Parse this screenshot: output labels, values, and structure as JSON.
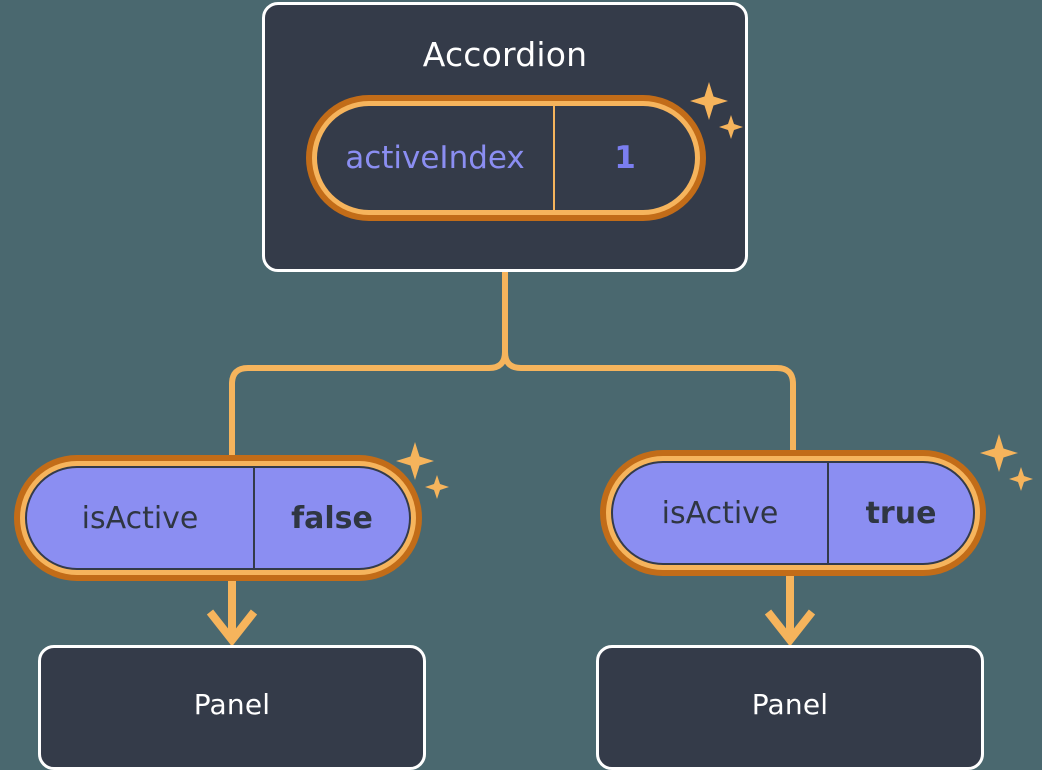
{
  "diagram": {
    "type": "component-tree",
    "background_color": "#4a686f",
    "accent_color": "#f6b45c",
    "ring_outer_color": "#c26c18",
    "card_color": "#343b49",
    "pill_purple_color": "#8b8ef2"
  },
  "root": {
    "title": "Accordion",
    "prop": {
      "key": "activeIndex",
      "value": "1"
    },
    "sparkle_icon": "sparkle-icon"
  },
  "branches": [
    {
      "prop": {
        "key": "isActive",
        "value": "false"
      },
      "child_title": "Panel",
      "sparkle_icon": "sparkle-icon"
    },
    {
      "prop": {
        "key": "isActive",
        "value": "true"
      },
      "child_title": "Panel",
      "sparkle_icon": "sparkle-icon"
    }
  ]
}
